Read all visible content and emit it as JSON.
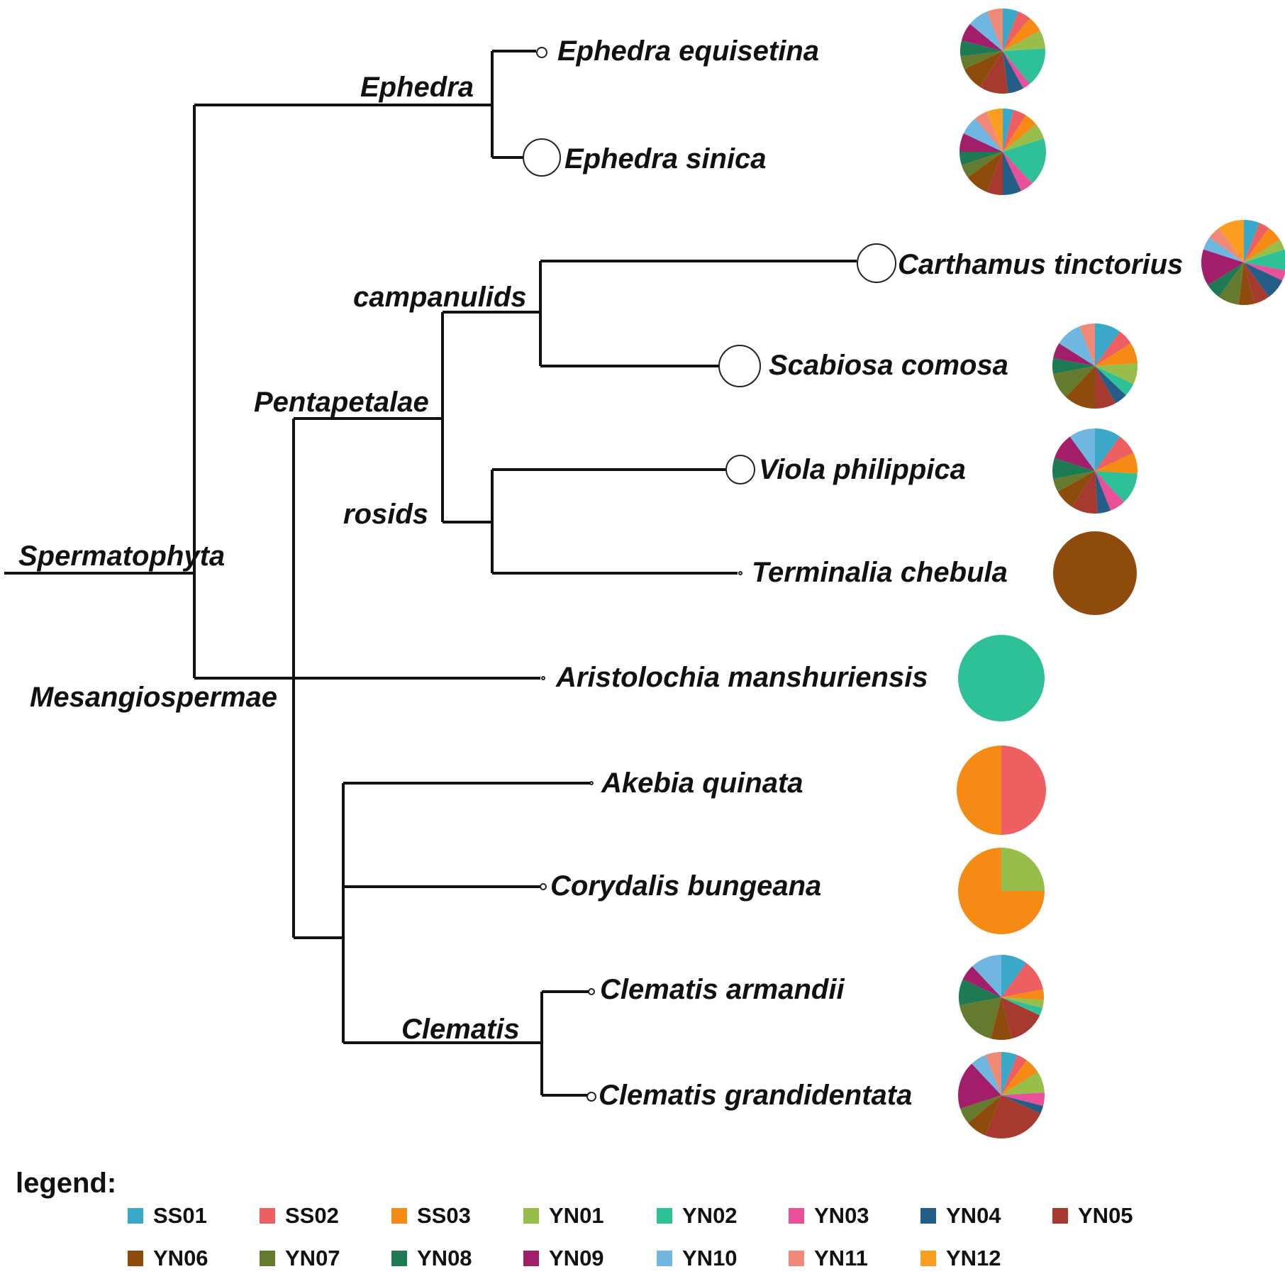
{
  "clades": {
    "spermatophyta": "Spermatophyta",
    "ephedra": "Ephedra",
    "pentapetalae": "Pentapetalae",
    "campanulids": "campanulids",
    "rosids": "rosids",
    "mesangiospermae": "Mesangiospermae",
    "clematis": "Clematis"
  },
  "species": [
    {
      "id": "ephedra-equisetina",
      "label": "Ephedra equisetina"
    },
    {
      "id": "ephedra-sinica",
      "label": "Ephedra sinica"
    },
    {
      "id": "carthamus-tinctorius",
      "label": "Carthamus tinctorius"
    },
    {
      "id": "scabiosa-comosa",
      "label": "Scabiosa comosa"
    },
    {
      "id": "viola-philippica",
      "label": "Viola philippica"
    },
    {
      "id": "terminalia-chebula",
      "label": "Terminalia chebula"
    },
    {
      "id": "aristolochia-manshuriensis",
      "label": "Aristolochia manshuriensis"
    },
    {
      "id": "akebia-quinata",
      "label": "Akebia quinata"
    },
    {
      "id": "corydalis-bungeana",
      "label": "Corydalis bungeana"
    },
    {
      "id": "clematis-armandii",
      "label": "Clematis armandii"
    },
    {
      "id": "clematis-grandidentata",
      "label": "Clematis grandidentata"
    }
  ],
  "legend": {
    "title": "legend:",
    "items": [
      {
        "code": "SS01",
        "color": "#3aa8c8"
      },
      {
        "code": "SS02",
        "color": "#ee5f62"
      },
      {
        "code": "SS03",
        "color": "#f58a14"
      },
      {
        "code": "YN01",
        "color": "#97bd4b"
      },
      {
        "code": "YN02",
        "color": "#2ec197"
      },
      {
        "code": "YN03",
        "color": "#e8509a"
      },
      {
        "code": "YN04",
        "color": "#245e86"
      },
      {
        "code": "YN05",
        "color": "#a73a2f"
      },
      {
        "code": "YN06",
        "color": "#8d4b0c"
      },
      {
        "code": "YN07",
        "color": "#647a2e"
      },
      {
        "code": "YN08",
        "color": "#1e7a52"
      },
      {
        "code": "YN09",
        "color": "#a21e6a"
      },
      {
        "code": "YN10",
        "color": "#6fb7e0"
      },
      {
        "code": "YN11",
        "color": "#f08a78"
      },
      {
        "code": "YN12",
        "color": "#fb9e1f"
      }
    ]
  },
  "pies": {
    "ephedra-equisetina": [
      [
        "SS01",
        6
      ],
      [
        "SS02",
        5
      ],
      [
        "SS03",
        6
      ],
      [
        "YN01",
        7
      ],
      [
        "YN02",
        15
      ],
      [
        "YN03",
        3
      ],
      [
        "YN04",
        6
      ],
      [
        "YN05",
        11
      ],
      [
        "YN06",
        9
      ],
      [
        "YN07",
        5
      ],
      [
        "YN08",
        6
      ],
      [
        "YN09",
        7
      ],
      [
        "YN10",
        8
      ],
      [
        "YN11",
        6
      ]
    ],
    "ephedra-sinica": [
      [
        "SS01",
        4
      ],
      [
        "SS02",
        5
      ],
      [
        "SS03",
        5
      ],
      [
        "YN01",
        6
      ],
      [
        "YN02",
        18
      ],
      [
        "YN03",
        5
      ],
      [
        "YN04",
        7
      ],
      [
        "YN05",
        6
      ],
      [
        "YN06",
        9
      ],
      [
        "YN07",
        5
      ],
      [
        "YN08",
        5
      ],
      [
        "YN09",
        7
      ],
      [
        "YN10",
        7
      ],
      [
        "YN11",
        5
      ],
      [
        "YN12",
        6
      ]
    ],
    "carthamus-tinctorius": [
      [
        "SS01",
        6
      ],
      [
        "SS02",
        4
      ],
      [
        "SS03",
        6
      ],
      [
        "YN01",
        4
      ],
      [
        "YN02",
        8
      ],
      [
        "YN03",
        4
      ],
      [
        "YN04",
        8
      ],
      [
        "YN05",
        6
      ],
      [
        "YN06",
        6
      ],
      [
        "YN07",
        8
      ],
      [
        "YN08",
        6
      ],
      [
        "YN09",
        14
      ],
      [
        "YN10",
        5
      ],
      [
        "YN11",
        5
      ],
      [
        "YN12",
        10
      ]
    ],
    "scabiosa-comosa": [
      [
        "SS01",
        10
      ],
      [
        "SS02",
        6
      ],
      [
        "SS03",
        8
      ],
      [
        "YN01",
        8
      ],
      [
        "YN02",
        5
      ],
      [
        "YN04",
        5
      ],
      [
        "YN05",
        8
      ],
      [
        "YN06",
        12
      ],
      [
        "YN07",
        10
      ],
      [
        "YN08",
        6
      ],
      [
        "YN09",
        6
      ],
      [
        "YN10",
        10
      ],
      [
        "YN11",
        6
      ]
    ],
    "viola-philippica": [
      [
        "SS01",
        10
      ],
      [
        "SS02",
        8
      ],
      [
        "SS03",
        8
      ],
      [
        "YN02",
        12
      ],
      [
        "YN03",
        6
      ],
      [
        "YN04",
        5
      ],
      [
        "YN05",
        10
      ],
      [
        "YN06",
        8
      ],
      [
        "YN07",
        5
      ],
      [
        "YN08",
        8
      ],
      [
        "YN09",
        10
      ],
      [
        "YN10",
        10
      ]
    ],
    "terminalia-chebula": [
      [
        "YN06",
        100
      ]
    ],
    "aristolochia-manshuriensis": [
      [
        "YN02",
        100
      ]
    ],
    "akebia-quinata": [
      [
        "SS02",
        50
      ],
      [
        "SS03",
        50
      ]
    ],
    "corydalis-bungeana": [
      [
        "YN01",
        25
      ],
      [
        "SS03",
        75
      ]
    ],
    "clematis-armandii": [
      [
        "SS01",
        10
      ],
      [
        "SS02",
        12
      ],
      [
        "SS03",
        4
      ],
      [
        "YN01",
        3
      ],
      [
        "YN02",
        3
      ],
      [
        "YN05",
        14
      ],
      [
        "YN06",
        8
      ],
      [
        "YN07",
        18
      ],
      [
        "YN08",
        10
      ],
      [
        "YN09",
        6
      ],
      [
        "YN10",
        12
      ]
    ],
    "clematis-grandidentata": [
      [
        "SS01",
        6
      ],
      [
        "SS02",
        4
      ],
      [
        "SS03",
        6
      ],
      [
        "YN01",
        8
      ],
      [
        "YN03",
        5
      ],
      [
        "YN04",
        3
      ],
      [
        "YN05",
        24
      ],
      [
        "YN06",
        8
      ],
      [
        "YN07",
        6
      ],
      [
        "YN09",
        18
      ],
      [
        "YN10",
        6
      ],
      [
        "YN11",
        6
      ]
    ]
  }
}
